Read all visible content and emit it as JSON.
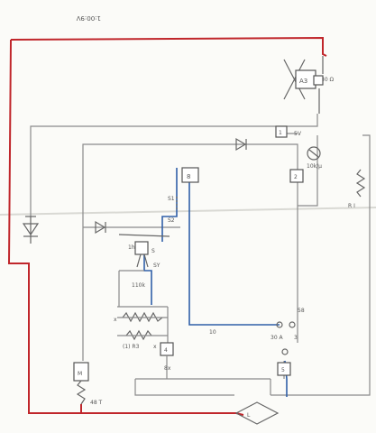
{
  "colors": {
    "paper": "#fbfbf8",
    "red_wire": "#c0262b",
    "blue_wire": "#2f5fa8",
    "grey_wire": "#8a8a8a"
  },
  "header": {
    "title": "1:00:9V"
  },
  "labels": {
    "a3": "A3",
    "a3_value": "30 Ω",
    "box_1": "1",
    "box_1_note": "5V",
    "led_value": "10k/μ",
    "box_2": "2",
    "box_8": "8",
    "pin_s1": "S1",
    "pin_s2": "S2",
    "pin_s": "S",
    "pin_sy": "SY",
    "pin_1n": "1h",
    "block_note": "110k",
    "res_label": "(1) R3",
    "box_4": "4",
    "mid_label": "10",
    "node_3": "3",
    "node_30a": "30 A",
    "wire_58": "58",
    "box_5": "5",
    "relay_m": "M",
    "relay_label": "48 T",
    "bottom_node": "L",
    "right_label": "R I",
    "sub_label_2": "8x",
    "misc_x": "x",
    "misc_x2": "x"
  }
}
